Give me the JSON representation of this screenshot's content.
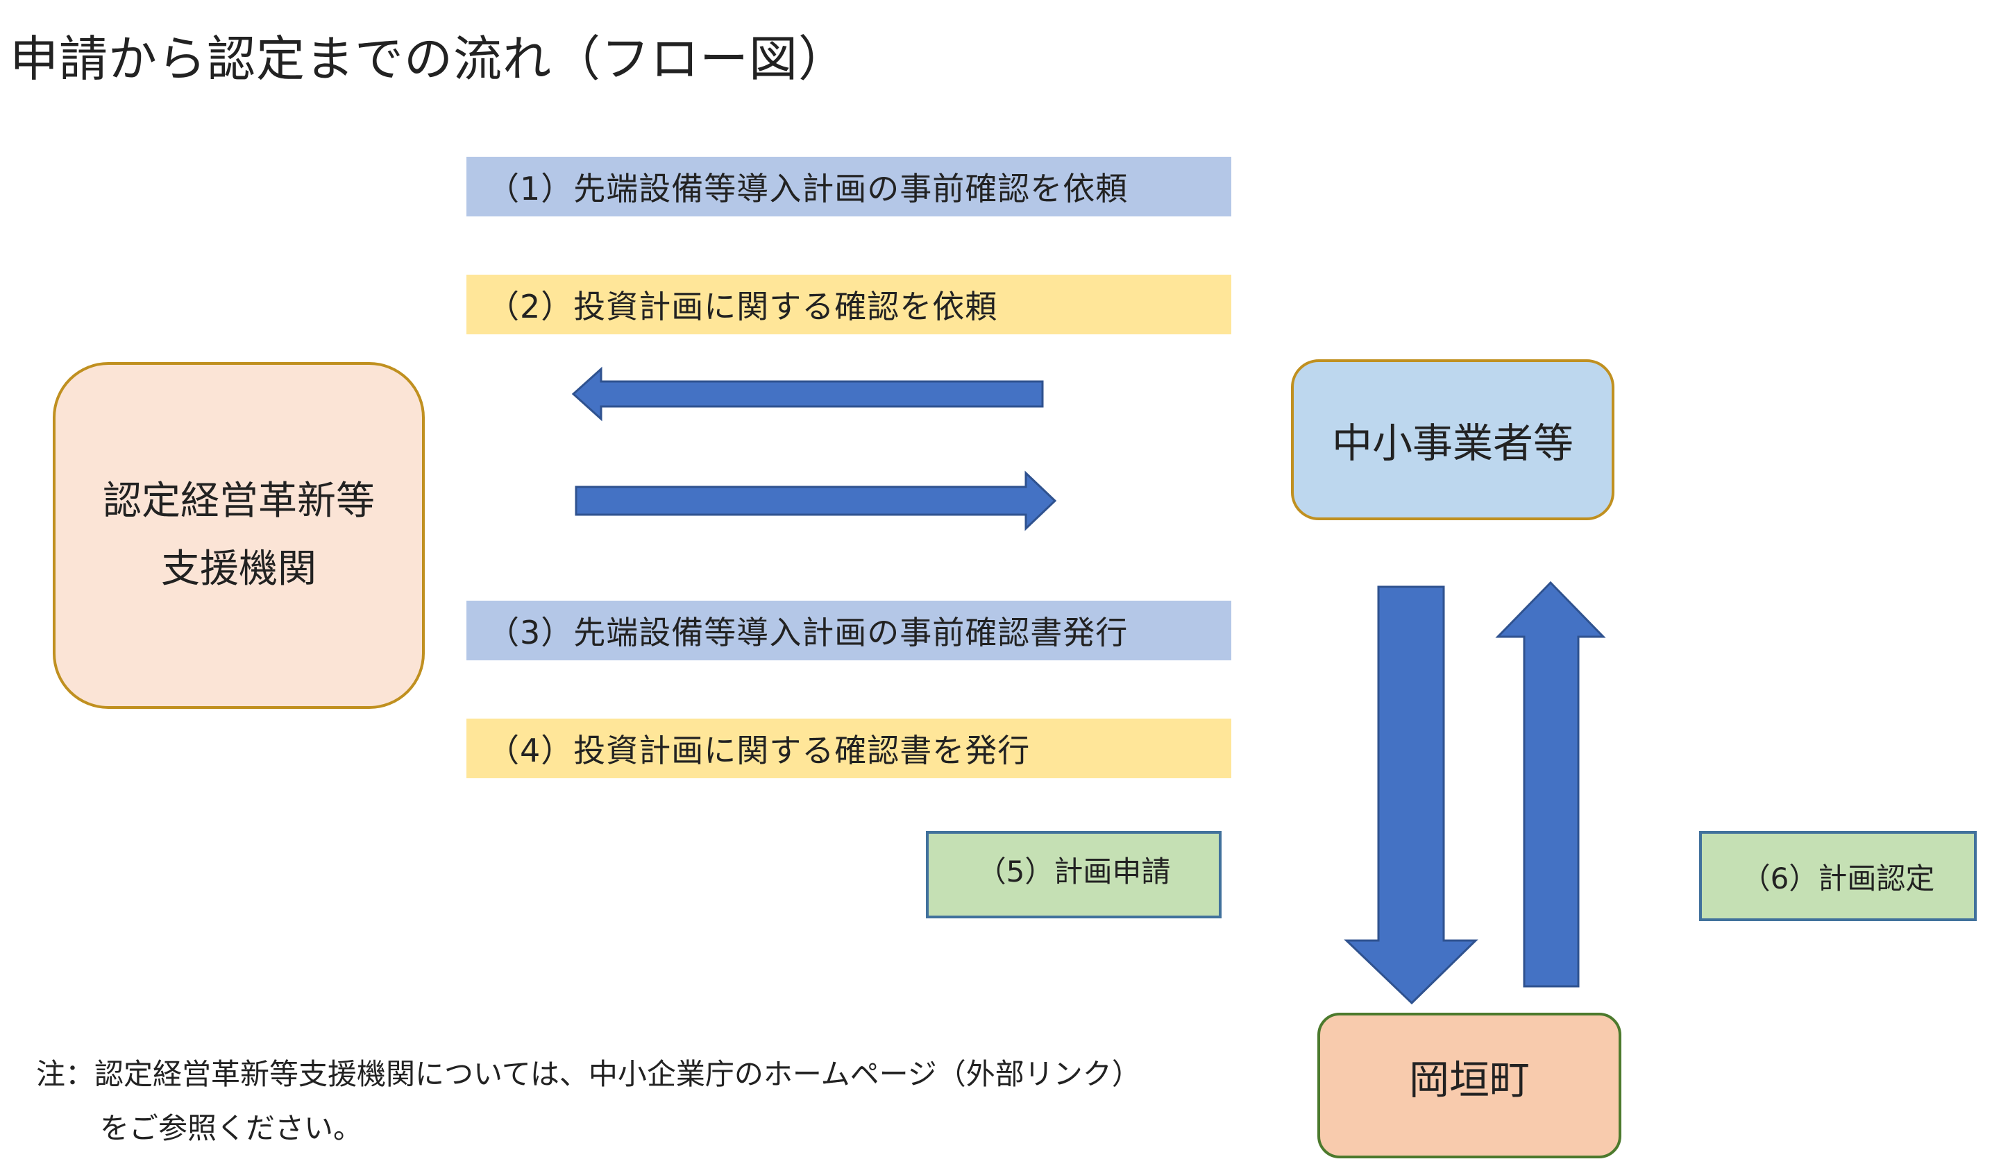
{
  "title": "申請から認定までの流れ（フロー図）",
  "steps": [
    {
      "label": "（1）先端設備等導入計画の事前確認を依頼",
      "color": "#b4c7e7"
    },
    {
      "label": "（2）投資計画に関する確認を依頼",
      "color": "#ffe699"
    },
    {
      "label": "（3）先端設備等導入計画の事前確認書発行",
      "color": "#b4c7e7"
    },
    {
      "label": "（4）投資計画に関する確認書を発行",
      "color": "#ffe699"
    }
  ],
  "nodes": {
    "support_agency": {
      "line1": "認定経営革新等",
      "line2": "支援機関"
    },
    "sme": "中小事業者等",
    "town": "岡垣町"
  },
  "actions": {
    "plan_application": "（5）計画申請",
    "plan_approval": "（6）計画認定"
  },
  "note": {
    "line1": "注：認定経営革新等支援機関については、中小企業庁のホームページ（外部リンク）",
    "line2": "をご参照ください。"
  },
  "colors": {
    "arrow_fill": "#4472c4",
    "arrow_stroke": "#2f528f"
  }
}
